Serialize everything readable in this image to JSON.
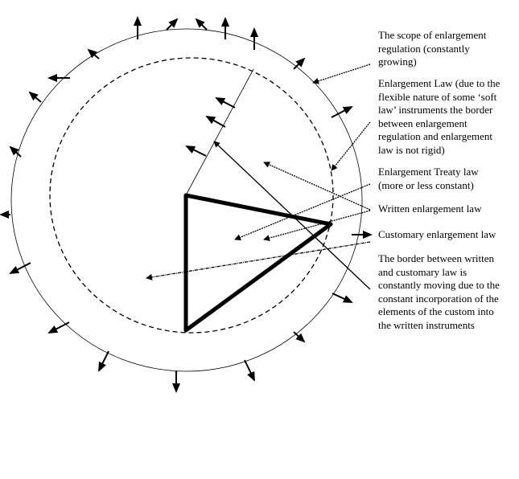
{
  "labels": {
    "scope": "The scope of enlargement\nregulation (constantly\ngrowing)",
    "enlargement_law": "Enlargement Law (due to the\nflexible nature of some ‘soft\nlaw’ instruments the border\nbetween enlargement\nregulation and enlargement\nlaw is not rigid)",
    "treaty_law": "Enlargement Treaty law\n(more or less constant)",
    "written_law": "Written enlargement law",
    "customary_law": "Customary enlargement law",
    "border": "The border between written\nand customary law is\nconstantly moving due to the\nconstant incorporation of the\nelements of the custom into\nthe written instruments"
  },
  "colors": {
    "ink": "#000000",
    "background": "#ffffff"
  }
}
